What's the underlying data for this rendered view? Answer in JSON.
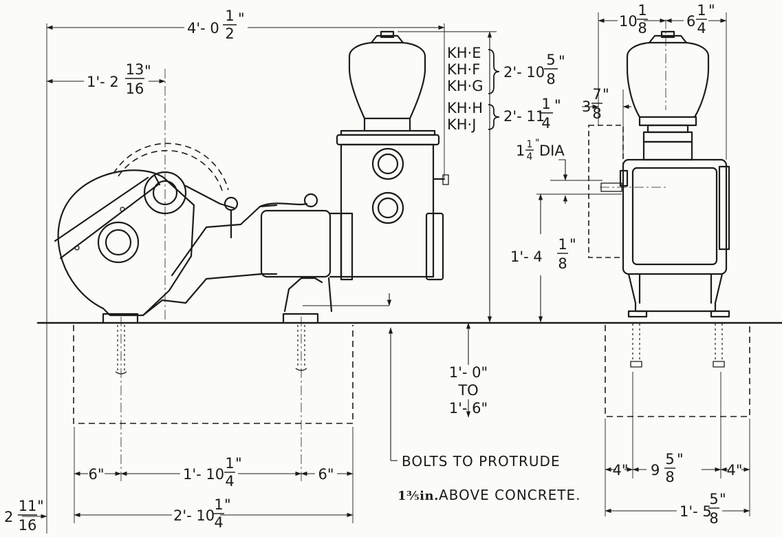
{
  "dimensions": {
    "overall_length": {
      "whole": "4'- 0",
      "num": "1",
      "den": "2",
      "unit": "\""
    },
    "to_flywheel_center": {
      "whole": "1'- 2",
      "num": "13",
      "den": "16",
      "unit": "\""
    },
    "bolt_left_offset": "6\"",
    "bolt_spacing": {
      "whole": "1'- 10",
      "num": "1",
      "den": "4",
      "unit": "\""
    },
    "bolt_right_offset": "6\"",
    "base_length": {
      "whole": "2'- 10",
      "num": "1",
      "den": "4",
      "unit": "\""
    },
    "bottom_left_offset": {
      "whole": "2",
      "num": "11",
      "den": "16",
      "unit": "\""
    },
    "concrete_depth": {
      "line1": "1'- 0\"",
      "line2": "TO",
      "line3": "1'- 6\""
    },
    "end_width_left": {
      "whole": "10",
      "num": "1",
      "den": "8",
      "unit": ""
    },
    "end_width_right": {
      "whole": "6",
      "num": "1",
      "den": "4",
      "unit": "\""
    },
    "pulley_offset": {
      "whole": "3",
      "num": "7",
      "den": "8",
      "unit": "\""
    },
    "shaft_dia": {
      "whole": "1",
      "num": "1",
      "den": "4",
      "unit": "\"",
      "suffix": "DIA"
    },
    "shaft_height": {
      "whole": "1'- 4",
      "num": "1",
      "den": "8",
      "unit": "\""
    },
    "end_edge_left": "4\"",
    "end_bolt_spacing": {
      "whole": "9",
      "num": "5",
      "den": "8",
      "unit": "\""
    },
    "end_edge_right": "4\"",
    "end_base_length": {
      "whole": "1'- 5",
      "num": "5",
      "den": "8",
      "unit": "\""
    }
  },
  "models": {
    "group1": {
      "names": [
        "KH·E",
        "KH·F",
        "KH·G"
      ],
      "height": {
        "whole": "2'- 10",
        "num": "5",
        "den": "8",
        "unit": "\""
      }
    },
    "group2": {
      "names": [
        "KH·H",
        "KH·J"
      ],
      "height": {
        "whole": "2'- 11",
        "num": "1",
        "den": "4",
        "unit": "\""
      }
    }
  },
  "notes": {
    "line1": "BOLTS TO PROTRUDE",
    "line2_fraction": "1⅗in.",
    "line2_text": "ABOVE CONCRETE."
  }
}
